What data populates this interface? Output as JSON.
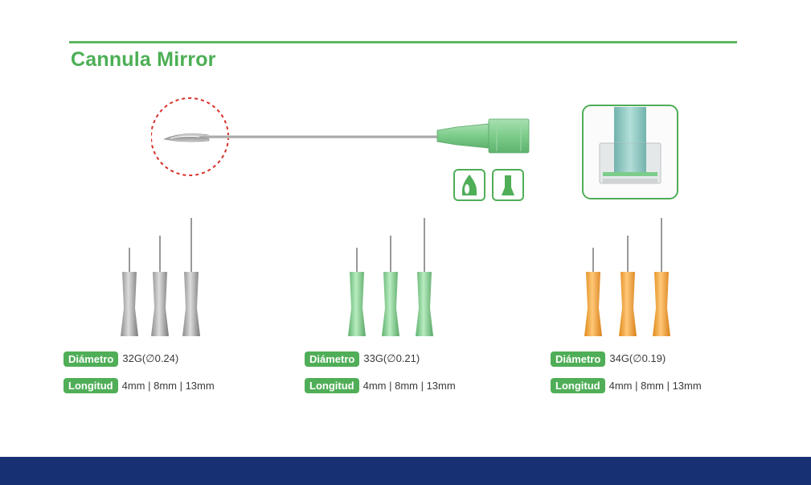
{
  "title": "Cannula Mirror",
  "colors": {
    "accent_green": "#4fae57",
    "footer_navy": "#173073",
    "gray_cannula": "#9a9a9a",
    "green_cannula": "#7fcf8f",
    "orange_cannula": "#f0a030"
  },
  "icons": [
    "bevel-tip-icon",
    "blunt-tip-icon"
  ],
  "variants": [
    {
      "color": "gray",
      "diametro_label": "Diámetro",
      "diametro_value": "32G(∅0.24)",
      "longitud_label": "Longitud",
      "longitud_value": "4mm | 8mm | 13mm"
    },
    {
      "color": "green",
      "diametro_label": "Diámetro",
      "diametro_value": "33G(∅0.21)",
      "longitud_label": "Longitud",
      "longitud_value": "4mm | 8mm | 13mm"
    },
    {
      "color": "orange",
      "diametro_label": "Diámetro",
      "diametro_value": "34G(∅0.19)",
      "longitud_label": "Longitud",
      "longitud_value": "4mm | 8mm | 13mm"
    }
  ]
}
